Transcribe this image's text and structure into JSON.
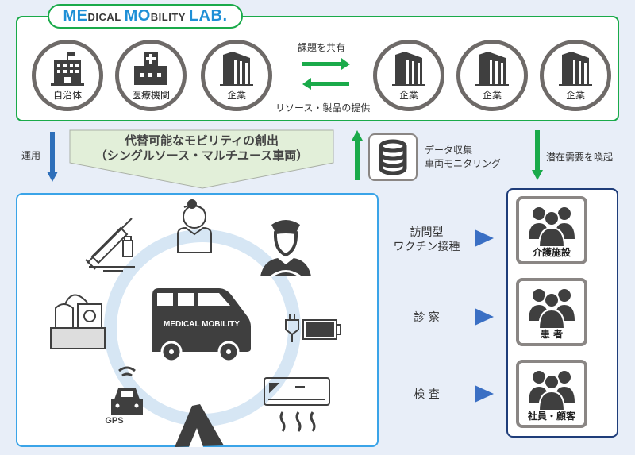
{
  "logo": {
    "me": "ME",
    "dical": "DICAL ",
    "mo": "MO",
    "bility": "BILITY ",
    "lab": "LAB."
  },
  "stakeholders": [
    "自治体",
    "医療機関",
    "企業",
    "企業",
    "企業",
    "企業"
  ],
  "exchange": {
    "share_issues": "課題を共有",
    "provide_resources": "リソース・製品の提供"
  },
  "operation_label": "運用",
  "banner": {
    "line1": "代替可能なモビリティの創出",
    "line2": "（シングルソース・マルチユース車両）"
  },
  "data_collection": {
    "line1": "データ収集",
    "line2": "車両モニタリング"
  },
  "demand_label": "潜在需要を喚起",
  "vehicle": {
    "label": "MEDICAL  MOBILITY",
    "gps_label": "GPS"
  },
  "services": [
    {
      "line1": "訪問型",
      "line2": "ワクチン接種",
      "target": "介護施設"
    },
    {
      "line1": "診 察",
      "line2": "",
      "target": "患 者"
    },
    {
      "line1": "検 査",
      "line2": "",
      "target": "社員・顧客"
    }
  ],
  "colors": {
    "green": "#1aaa4a",
    "blue": "#3aa4e8",
    "navy": "#1f3d7a",
    "icon": "#3f3f3f",
    "ring": "#d6e6f4"
  }
}
